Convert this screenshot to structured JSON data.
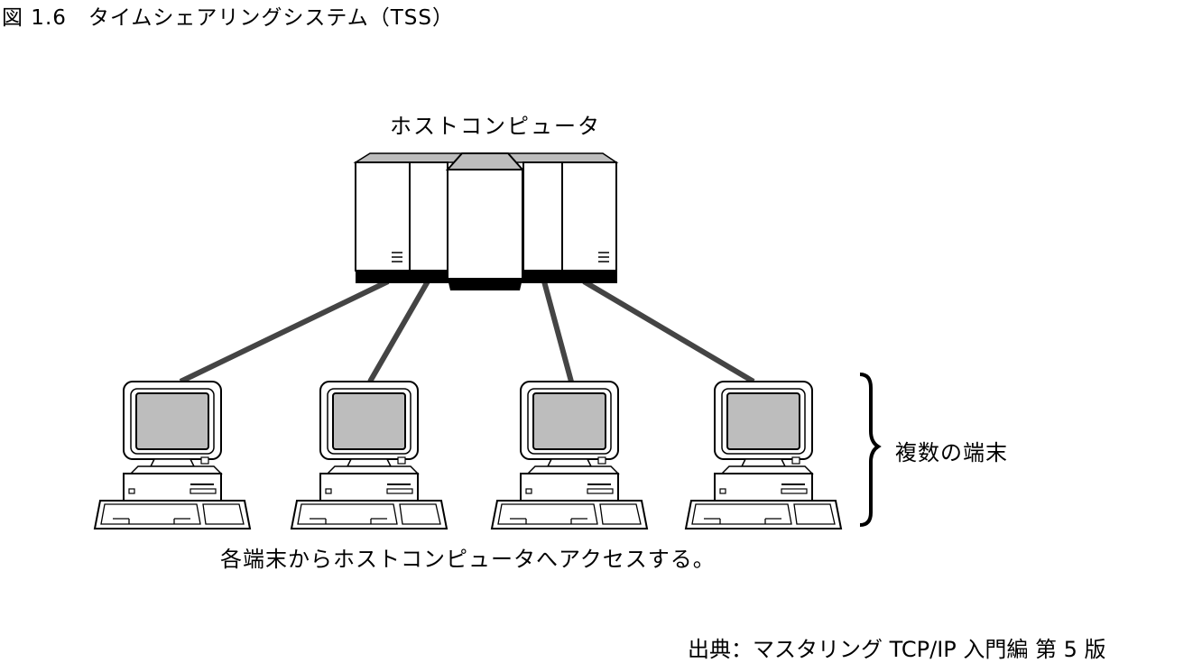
{
  "figure": {
    "title": "図 1.6　タイムシェアリングシステム（TSS）",
    "host_label": "ホストコンピュータ",
    "terminals_label": "複数の端末",
    "caption": "各端末からホストコンピュータへアクセスする。",
    "source": "出典：マスタリング TCP/IP 入門編 第 5 版"
  },
  "colors": {
    "line": "#000000",
    "connection": "#444444",
    "host_panel_top": "#bdbdbd",
    "screen": "#bdbdbd"
  },
  "icons": {
    "host": "mainframe-computer-icon",
    "terminal": "desktop-terminal-icon",
    "brace": "right-curly-brace"
  },
  "terminal_count": 4
}
